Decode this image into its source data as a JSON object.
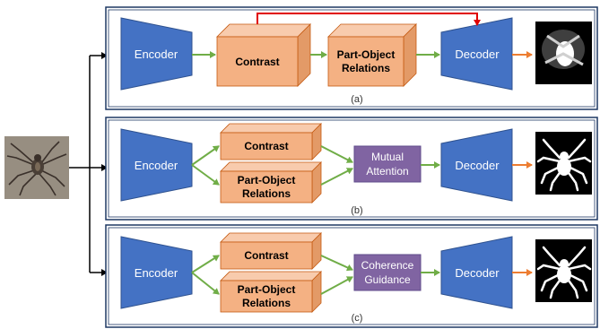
{
  "colors": {
    "encoder": "#4472C4",
    "encoder_stroke": "#2F528F",
    "block": "#F4B183",
    "block_top": "#F8CBAD",
    "block_side": "#E39A67",
    "block_stroke": "#C55A11",
    "attention": "#8064A2",
    "arrow_green": "#70AD47",
    "arrow_orange": "#ED7D31",
    "skip_red": "#E00000",
    "panel_border": "#1F3864"
  },
  "input_image": {
    "icon": "spider-photo"
  },
  "panels": [
    {
      "label": "(a)",
      "encoder": "Encoder",
      "decoder": "Decoder",
      "contrast": "Contrast",
      "part_object": [
        "Part-Object",
        "Relations"
      ],
      "output_mask": {
        "icon": "coarse-spider-mask"
      }
    },
    {
      "label": "(b)",
      "encoder": "Encoder",
      "decoder": "Decoder",
      "contrast": "Contrast",
      "part_object": [
        "Part-Object",
        "Relations"
      ],
      "fusion": [
        "Mutual",
        "Attention"
      ],
      "output_mask": {
        "icon": "spider-mask"
      }
    },
    {
      "label": "(c)",
      "encoder": "Encoder",
      "decoder": "Decoder",
      "contrast": "Contrast",
      "part_object": [
        "Part-Object",
        "Relations"
      ],
      "fusion": [
        "Coherence",
        "Guidance"
      ],
      "output_mask": {
        "icon": "spider-mask"
      }
    }
  ]
}
